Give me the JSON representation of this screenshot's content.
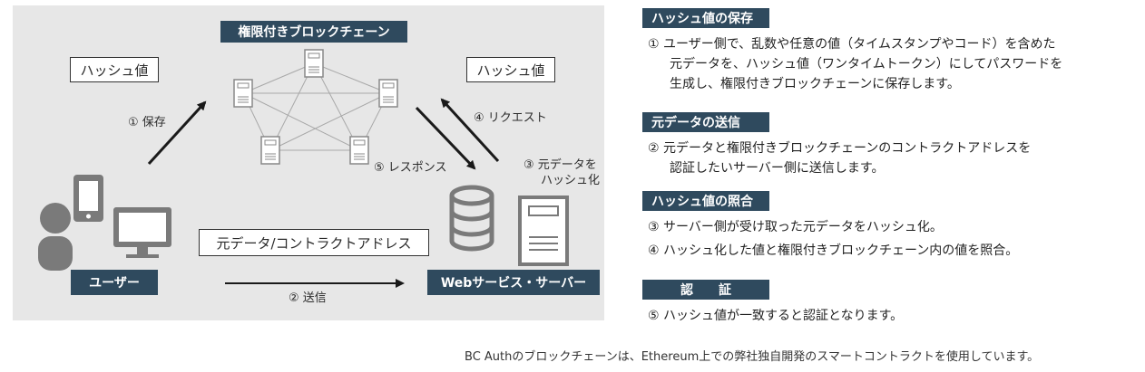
{
  "diagram": {
    "blockchain_label": "権限付きブロックチェーン",
    "hash_left": "ハッシュ値",
    "hash_right": "ハッシュ値",
    "step1": "① 保存",
    "step4": "④ リクエスト",
    "step5": "⑤ レスポンス",
    "step3_line1": "③ 元データを",
    "step3_line2": "ハッシュ化",
    "contract_label": "元データ/コントラクトアドレス",
    "user_label": "ユーザー",
    "server_label": "Webサービス・サーバー",
    "step2": "② 送信"
  },
  "sections": [
    {
      "title": "ハッシュ値の保存",
      "lines": [
        "① ユーザー側で、乱数や任意の値（タイムスタンプやコード）を含めた",
        "元データを、ハッシュ値（ワンタイムトークン）にしてパスワードを",
        "生成し、権限付きブロックチェーンに保存します。"
      ]
    },
    {
      "title": "元データの送信",
      "lines": [
        "② 元データと権限付きブロックチェーンのコントラクトアドレスを",
        "認証したいサーバー側に送信します。"
      ]
    },
    {
      "title": "ハッシュ値の照合",
      "lines": [
        "③ サーバー側が受け取った元データをハッシュ化。",
        "④ ハッシュ化した値と権限付きブロックチェーン内の値を照合。"
      ]
    },
    {
      "title": "認　　証",
      "lines": [
        "⑤ ハッシュ値が一致すると認証となります。"
      ]
    }
  ],
  "footer": "BC Authのブロックチェーンは、Ethereum上での弊社独自開発のスマートコントラクトを使用しています。",
  "colors": {
    "panel": "#e7e7e7",
    "label_bg": "#2f4a5e",
    "icon": "#7a7a7a",
    "arrow": "#1a1a1a"
  }
}
